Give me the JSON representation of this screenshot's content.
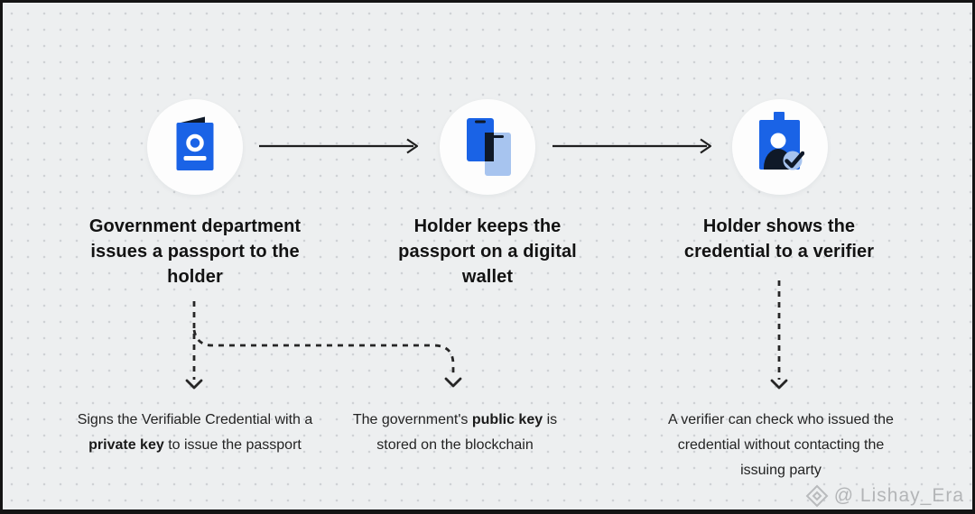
{
  "diagram": {
    "steps": [
      {
        "title": "Government department issues a passport to the holder",
        "icon": "passport-icon"
      },
      {
        "title": "Holder keeps the passport on a digital wallet",
        "icon": "digital-wallet-icon"
      },
      {
        "title": "Holder shows the credential to a verifier",
        "icon": "id-badge-check-icon"
      }
    ],
    "notes": [
      {
        "pre": "Signs the Verifiable Credential with a ",
        "bold": "private key",
        "post": " to issue the passport"
      },
      {
        "pre": "The government's ",
        "bold": "public key",
        "post": " is stored on the blockchain"
      },
      {
        "pre": "A verifier can check who issued the credential without contacting the issuing party",
        "bold": "",
        "post": ""
      }
    ]
  },
  "watermark": {
    "handle": "@ Lishay_Era",
    "icon": "diamond-logo-icon"
  },
  "colors": {
    "accent_blue": "#1a63e6",
    "dark_navy": "#0f1928",
    "light_blue": "#a7c4ef",
    "background": "#edeff0",
    "text": "#1c1c1c",
    "watermark_gray": "#b3b5b7"
  }
}
